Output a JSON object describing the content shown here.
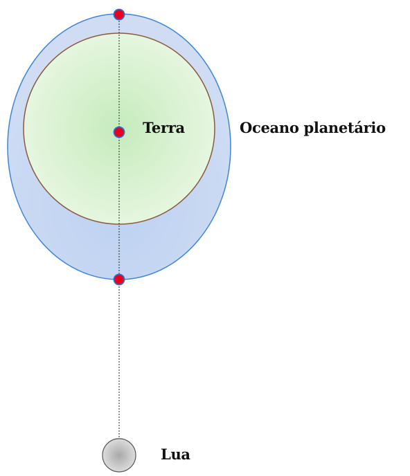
{
  "labels": {
    "earth": "Terra",
    "ocean": "Oceano planetário",
    "moon": "Lua"
  },
  "colors": {
    "ocean_fill": "#b9cff0",
    "ocean_stroke": "#3d86d6",
    "earth_fill_center": "#c8ecc0",
    "earth_fill_edge": "#e3f5dc",
    "earth_stroke": "#8b5a3c",
    "marker_fill": "#e8001c",
    "marker_stroke": "#2e6fc4",
    "moon_fill": "#c9c9c9",
    "moon_stroke": "#555555",
    "axis_line": "#222222"
  },
  "icons": {
    "tidal_bulge_marker": "red-dot",
    "moon": "gray-circle"
  }
}
